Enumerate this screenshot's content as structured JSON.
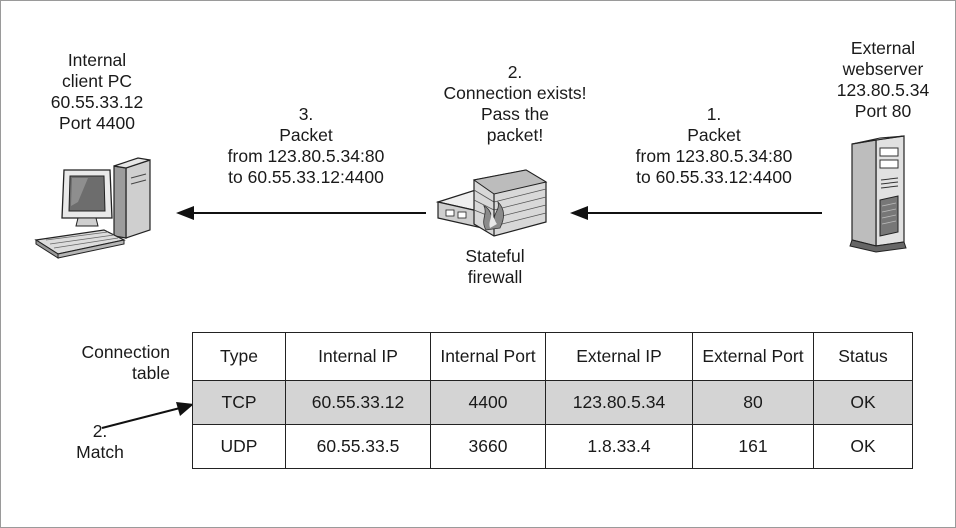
{
  "client": {
    "lines": [
      "Internal",
      "client PC",
      "60.55.33.12",
      "Port 4400"
    ]
  },
  "server": {
    "lines": [
      "External",
      "webserver",
      "123.80.5.34",
      "Port 80"
    ]
  },
  "firewall": {
    "lines": [
      "Stateful",
      "firewall"
    ]
  },
  "step1": {
    "lines": [
      "1.",
      "Packet",
      "from 123.80.5.34:80",
      "to 60.55.33.12:4400"
    ]
  },
  "step2": {
    "lines": [
      "2.",
      "Connection exists!",
      "Pass the",
      "packet!"
    ]
  },
  "step3": {
    "lines": [
      "3.",
      "Packet",
      "from 123.80.5.34:80",
      "to 60.55.33.12:4400"
    ]
  },
  "table_label": {
    "lines": [
      "Connection",
      "table"
    ]
  },
  "match_label": {
    "lines": [
      "2.",
      "Match"
    ]
  },
  "table": {
    "headers": [
      "Type",
      "Internal IP",
      "Internal Port",
      "External IP",
      "External Port",
      "Status"
    ],
    "rows": [
      [
        "TCP",
        "60.55.33.12",
        "4400",
        "123.80.5.34",
        "80",
        "OK"
      ],
      [
        "UDP",
        "60.55.33.5",
        "3660",
        "1.8.33.4",
        "161",
        "OK"
      ]
    ],
    "highlight_color": "#d4d4d4"
  }
}
